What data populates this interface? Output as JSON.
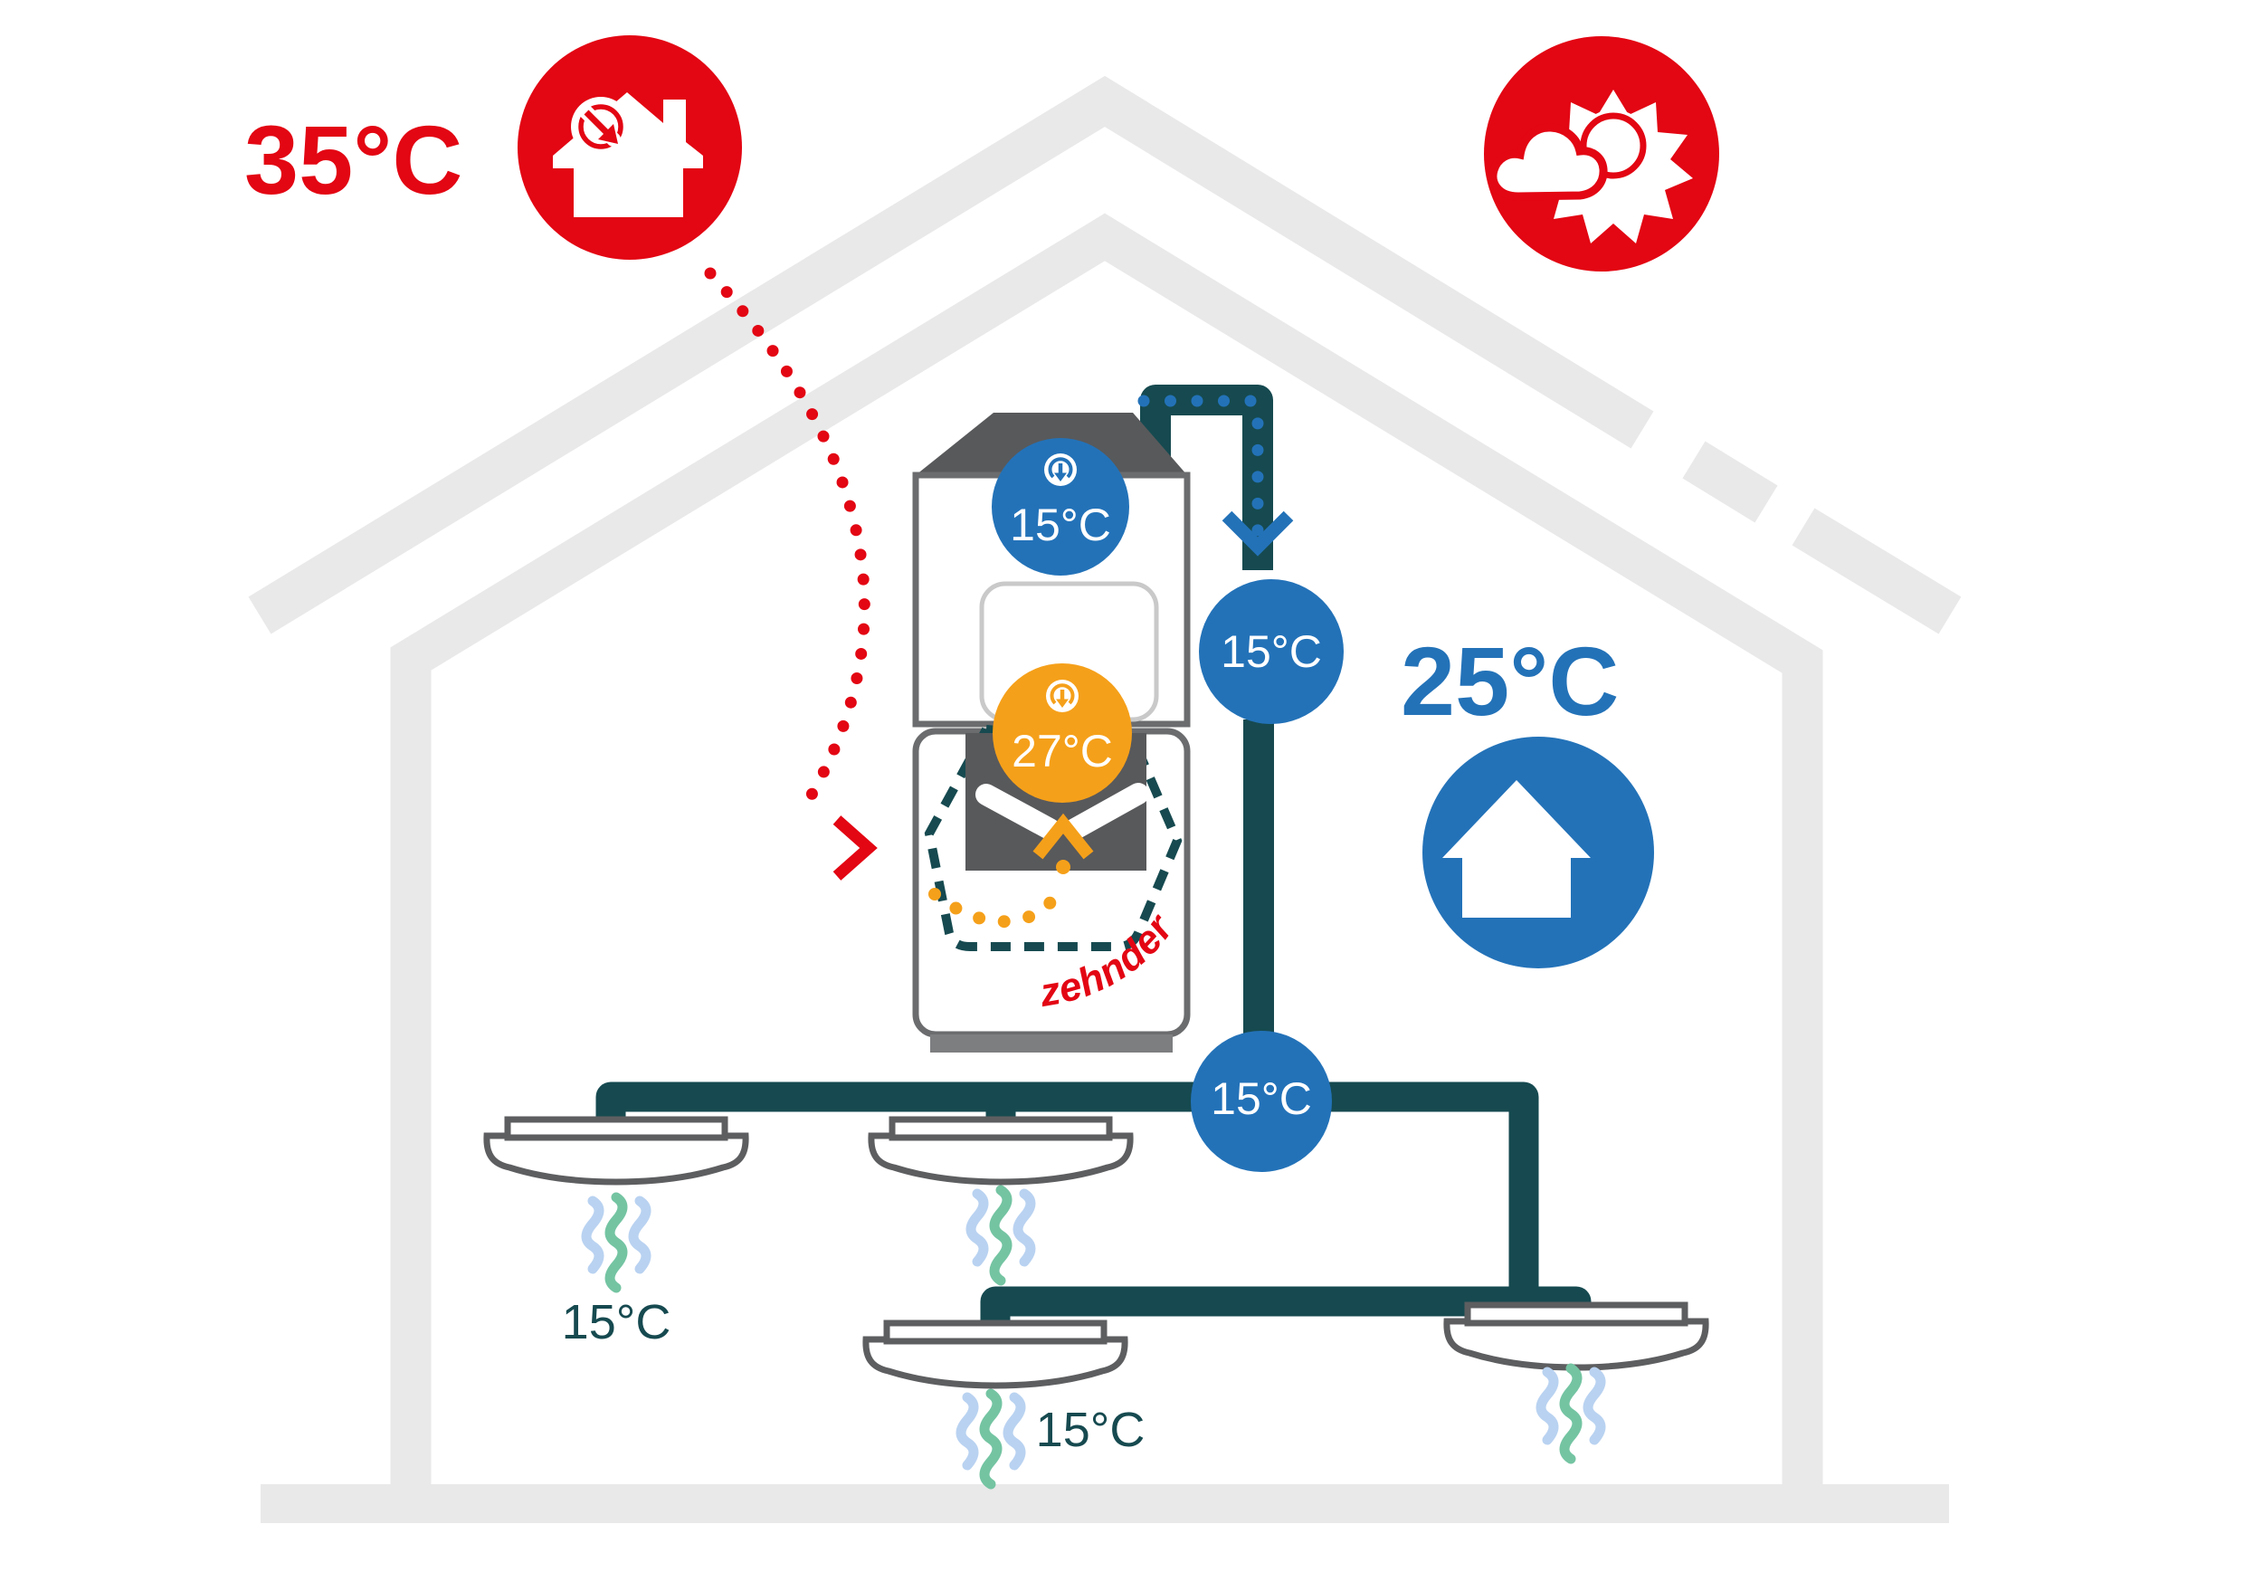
{
  "diagram": {
    "outdoor_temp": "35°C",
    "indoor_temp": "25°C",
    "unit_top_temp": "15°C",
    "unit_extract_temp": "27°C",
    "duct_inlet_temp": "15°C",
    "duct_junction_temp": "15°C",
    "room_left_temp": "15°C",
    "room_center_temp": "15°C",
    "brand": "zehnder"
  },
  "colors": {
    "red": "#e30613",
    "blue": "#2372b8",
    "teal": "#164a50",
    "orange": "#f5a01a",
    "house_gray": "#e9e9e9",
    "unit_dark_gray": "#58595b",
    "unit_border_gray": "#6b6c6e",
    "wave_blue": "#b9d2f1",
    "wave_green": "#74c4a2"
  },
  "icons": [
    "house-air-inflow-icon",
    "sun-behind-cloud-icon",
    "house-icon",
    "down-arrow-badge-icon",
    "airflow-waves-icon"
  ]
}
